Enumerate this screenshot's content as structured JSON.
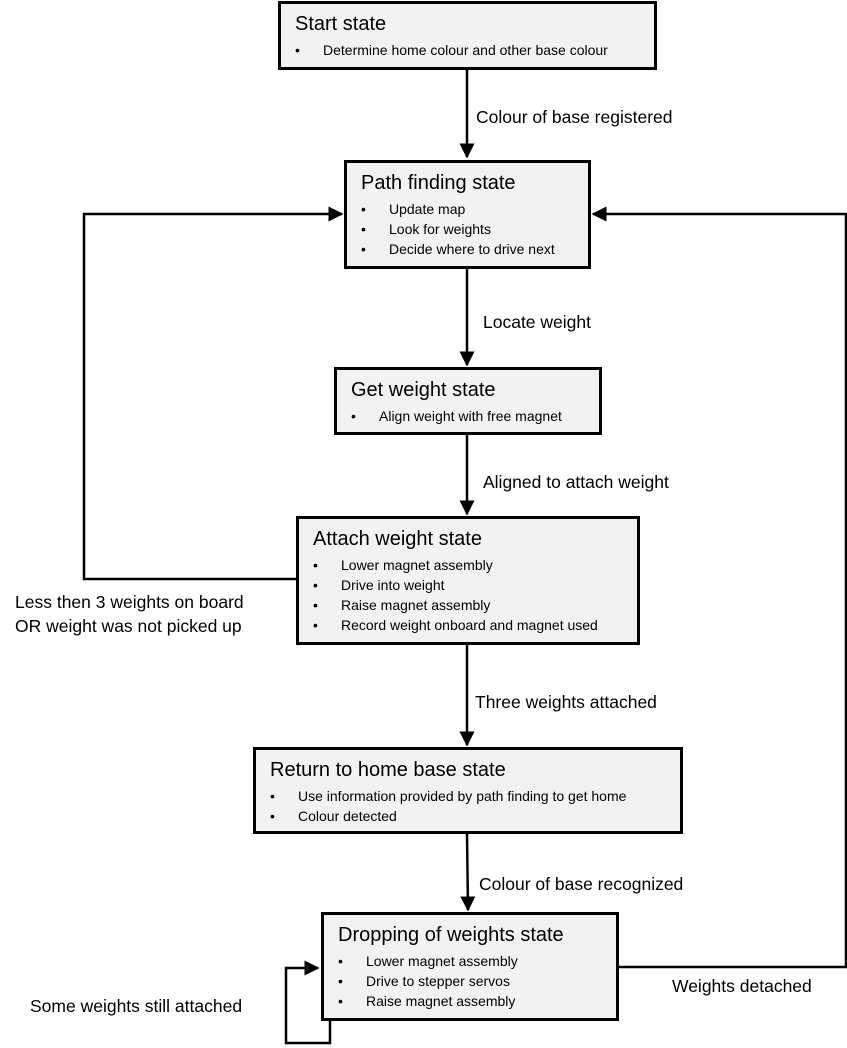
{
  "states": {
    "start": {
      "title": "Start state",
      "items": [
        "Determine home colour and other base colour"
      ]
    },
    "path_finding": {
      "title": "Path finding state",
      "items": [
        "Update map",
        "Look for weights",
        "Decide where to drive next"
      ]
    },
    "get_weight": {
      "title": "Get weight state",
      "items": [
        "Align weight with free magnet"
      ]
    },
    "attach_weight": {
      "title": "Attach weight state",
      "items": [
        "Lower magnet assembly",
        "Drive into weight",
        "Raise magnet assembly",
        "Record weight onboard and magnet used"
      ]
    },
    "return_home": {
      "title": "Return to home base state",
      "items": [
        "Use information provided by path finding to get home",
        "Colour detected"
      ]
    },
    "dropping": {
      "title": "Dropping of weights state",
      "items": [
        "Lower magnet assembly",
        "Drive to stepper servos",
        "Raise magnet assembly"
      ]
    }
  },
  "transitions": {
    "colour_registered": "Colour of base registered",
    "locate_weight": "Locate weight",
    "aligned": "Aligned to attach weight",
    "three_attached": "Three weights attached",
    "colour_recognized": "Colour of base recognized",
    "less_than_3_line1": "Less then 3 weights on board",
    "less_than_3_line2": "OR weight was not picked up",
    "weights_detached": "Weights detached",
    "some_still_attached": "Some weights still attached"
  }
}
